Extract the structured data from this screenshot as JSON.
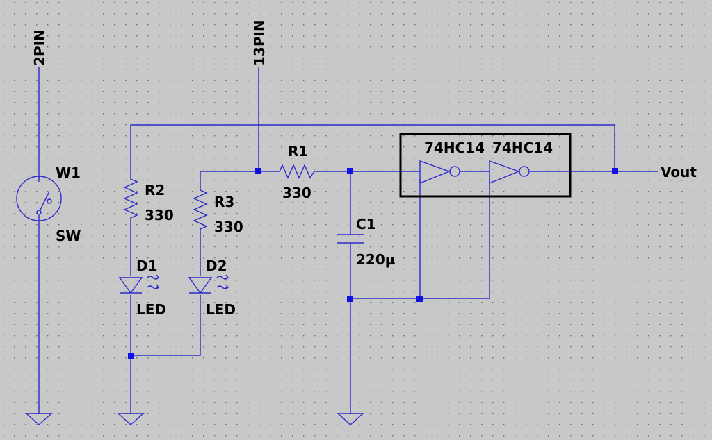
{
  "labels": {
    "net_2pin": "2PIN",
    "net_13pin": "13PIN",
    "w1_name": "W1",
    "w1_value": "SW",
    "r1_name": "R1",
    "r1_value": "330",
    "r2_name": "R2",
    "r2_value": "330",
    "r3_name": "R3",
    "r3_value": "330",
    "c1_name": "C1",
    "c1_value": "220µ",
    "d1_name": "D1",
    "d1_value": "LED",
    "d2_name": "D2",
    "d2_value": "LED",
    "u1_name": "74HC14",
    "u2_name": "74HC14",
    "vout": "Vout"
  },
  "colors": {
    "background": "#c8c8c8",
    "wire": "#2a2acc",
    "junction": "#1010e0",
    "grid_dot": "#6a6a6a",
    "box": "#000000"
  }
}
